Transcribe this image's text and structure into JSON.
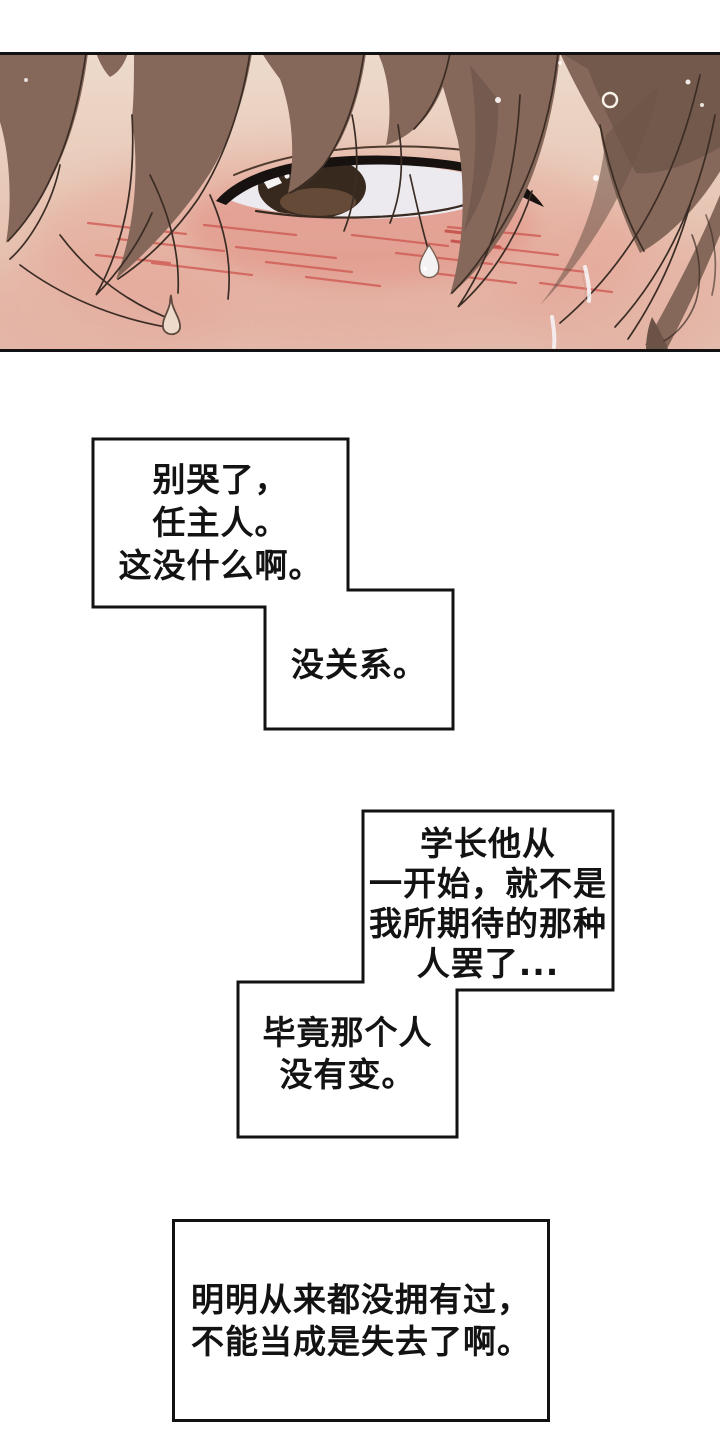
{
  "panel": {
    "alt": "comic-panel: close-up of a tearful blushing eye beneath brown bangs, tears dripping"
  },
  "speech_bubbles": [
    {
      "lines": [
        "别哭了，",
        "任主人。",
        "这没什么啊。"
      ]
    },
    {
      "lines": [
        "没关系。"
      ]
    },
    {
      "lines": [
        "学长他从",
        "一开始，就不是",
        "我所期待的那种",
        "人罢了..."
      ]
    },
    {
      "lines": [
        "毕竟那个人",
        "没有变。"
      ]
    },
    {
      "lines": [
        "明明从来都没拥有过，",
        "不能当成是失去了啊。"
      ]
    }
  ],
  "colors": {
    "background": "#ffffff",
    "panel_border": "#121212",
    "bubble_border": "#121212",
    "bubble_fill": "#ffffff",
    "text": "#131313",
    "skin_light": "#eddacb",
    "skin_mid": "#e7c5b4",
    "skin_deep": "#e3bcad",
    "blush_soft": "#e59d90",
    "blush_deep": "#df867c",
    "blush_line": "#cf5b54",
    "blush_line_deep": "#c24a46",
    "hair_base": "#86685a",
    "hair_dark": "#6b5447",
    "hair_line": "#3b2d25",
    "sclera": "#eceaee",
    "iris_dark": "#38291f",
    "iris_light": "#6a4f3a",
    "lid": "#171210",
    "tear": "#f5f2f4",
    "tear_line": "#7a6152",
    "sparkle": "#fdfbf9"
  }
}
